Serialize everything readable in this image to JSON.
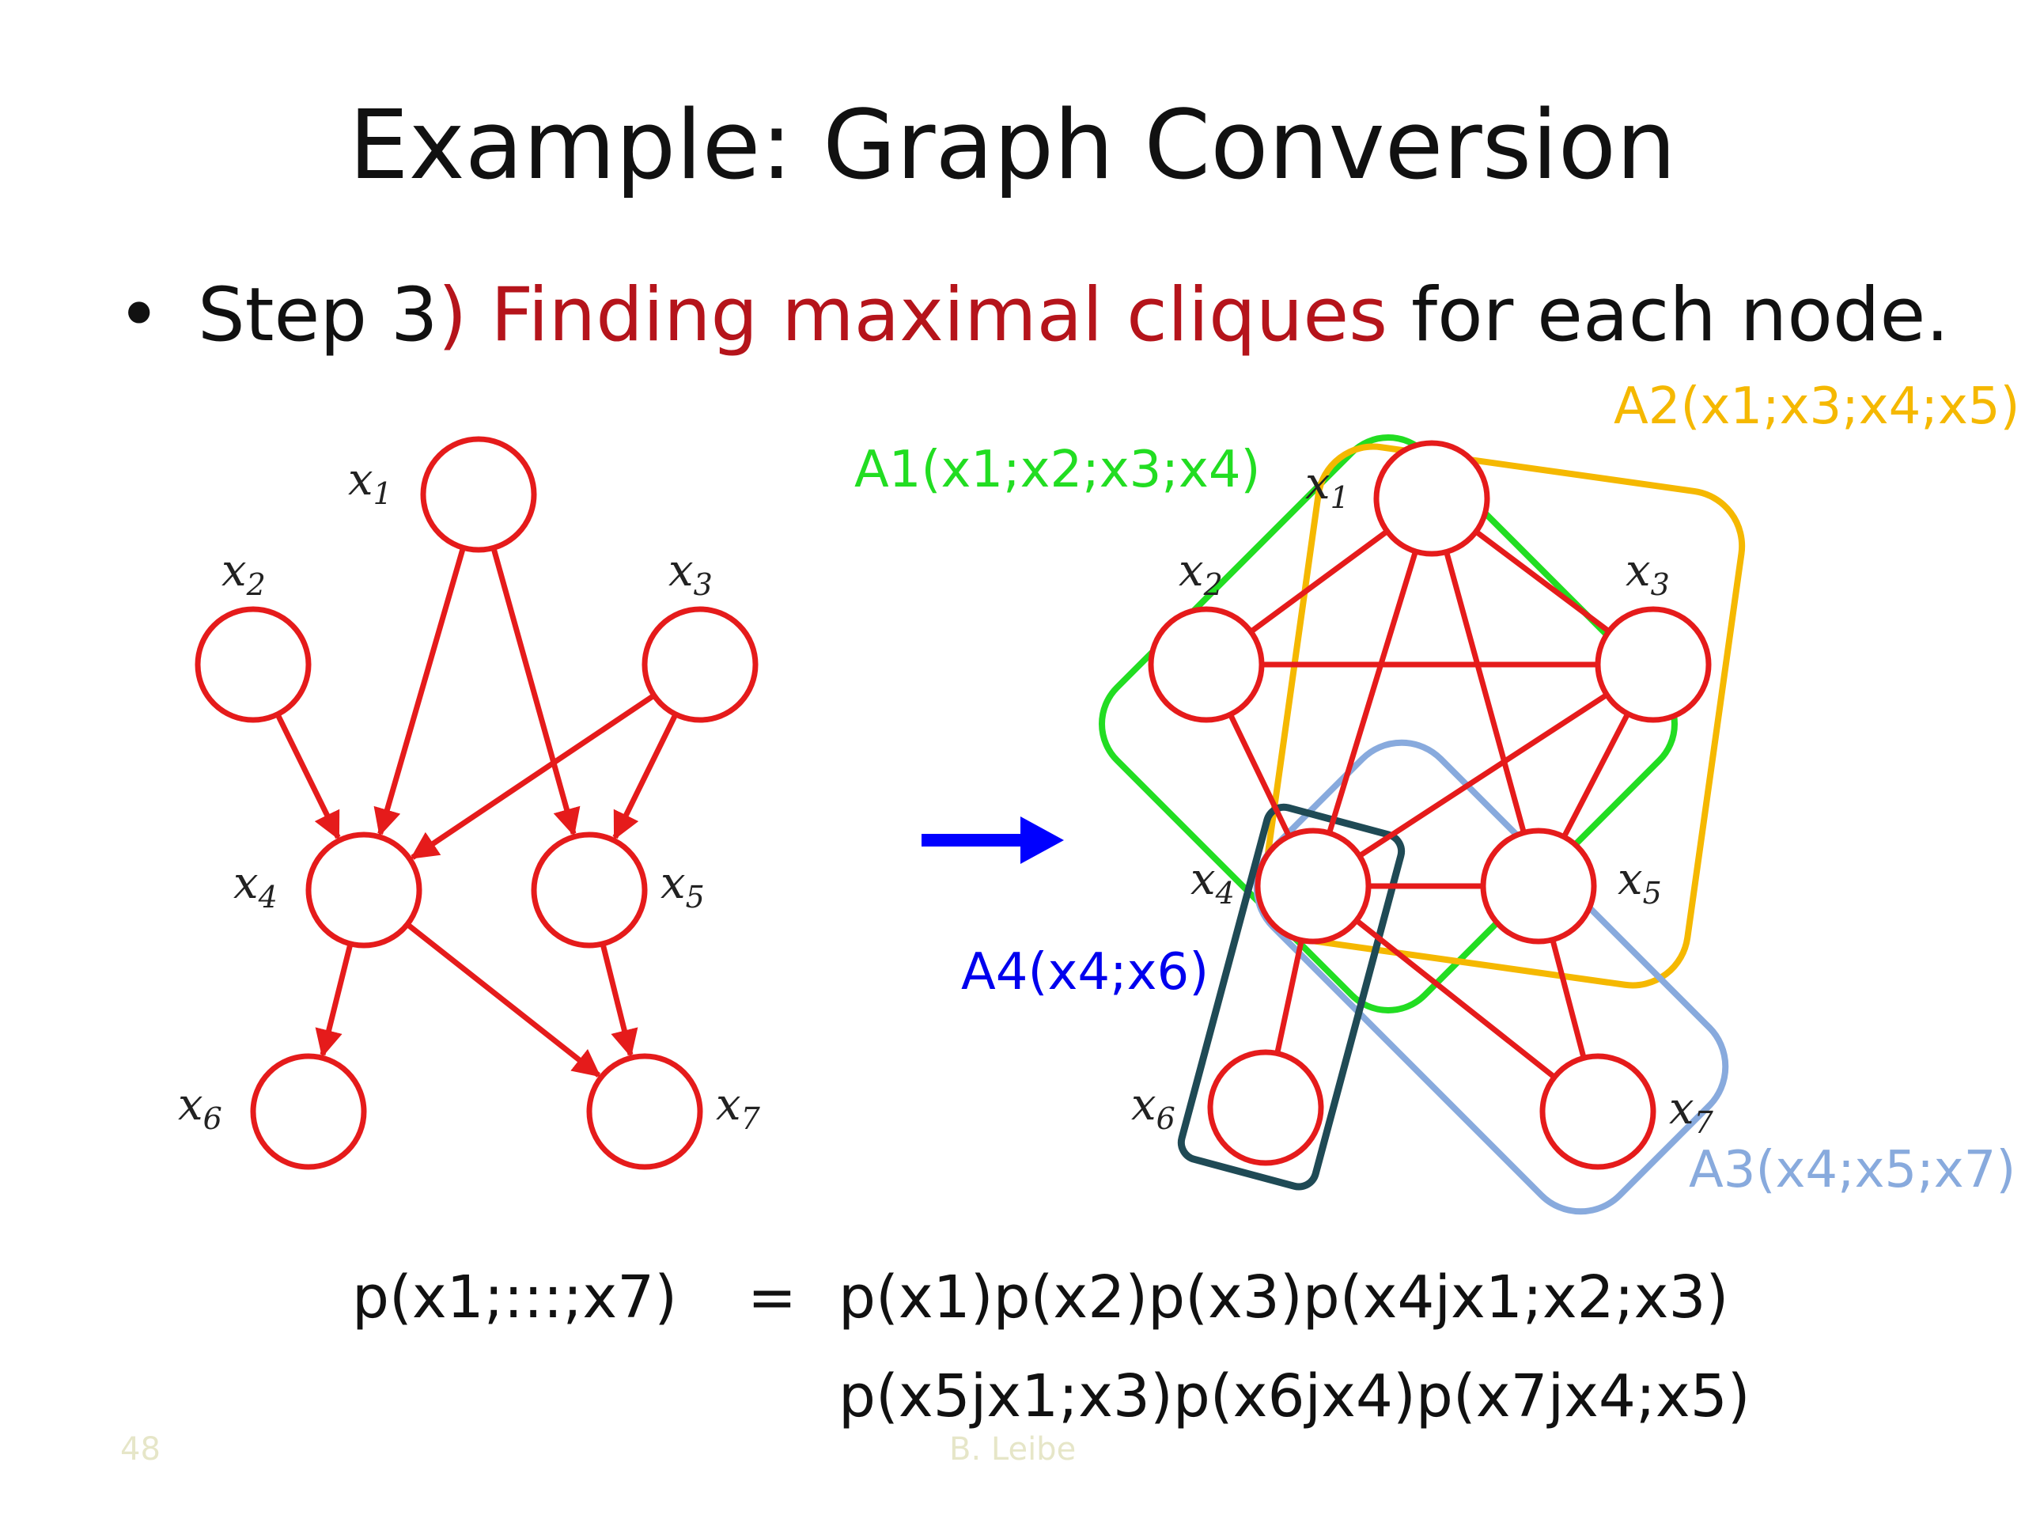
{
  "title": "Example: Graph Conversion",
  "bullet": {
    "marker": "•",
    "prefix": "Step 3",
    "highlight": ") Finding maximal cliques",
    "suffix": " for each node."
  },
  "nodes": [
    {
      "name": "x",
      "sub": "1"
    },
    {
      "name": "x",
      "sub": "2"
    },
    {
      "name": "x",
      "sub": "3"
    },
    {
      "name": "x",
      "sub": "4"
    },
    {
      "name": "x",
      "sub": "5"
    },
    {
      "name": "x",
      "sub": "6"
    },
    {
      "name": "x",
      "sub": "7"
    }
  ],
  "cliques": [
    {
      "label": "A1(x1;x2;x3;x4)",
      "color": "#22dd22"
    },
    {
      "label": "A2(x1;x3;x4;x5)",
      "color": "#f5b800"
    },
    {
      "label": "A3(x4;x5;x7)",
      "color": "#88aadd"
    },
    {
      "label": "A4(x4;x6)",
      "color": "#0000ee"
    }
  ],
  "clique4_box_color": "#1f4a55",
  "node_color": "#e51b1b",
  "arrow_color": "#0000ff",
  "equation": {
    "lhs": "p(x1;:::;x7)",
    "equals": "=",
    "rhs_line1": "p(x1)p(x2)p(x3)p(x4jx1;x2;x3)",
    "rhs_line2": "p(x5jx1;x3)p(x6jx4)p(x7jx4;x5)"
  },
  "footer": {
    "page_number": "48",
    "author": "B. Leibe"
  }
}
